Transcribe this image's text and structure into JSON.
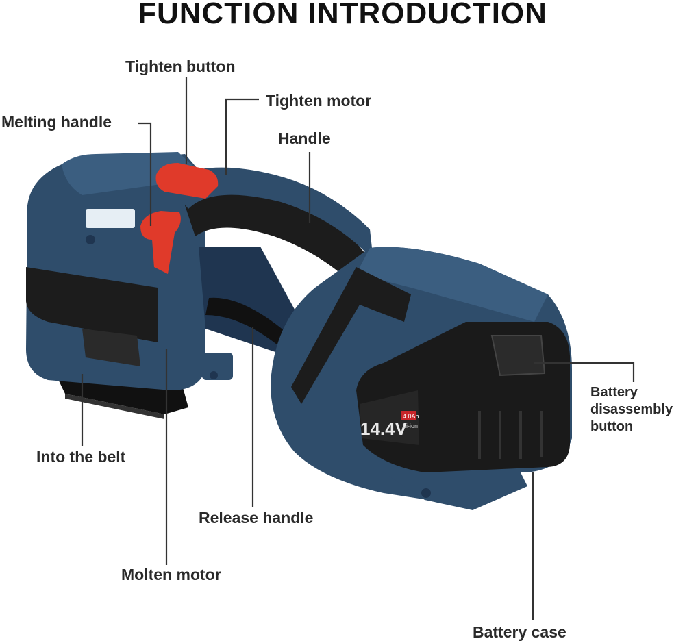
{
  "title": "FUNCTION INTRODUCTION",
  "labels": {
    "tighten_button": "Tighten button",
    "tighten_motor": "Tighten motor",
    "melting_handle": "Melting handle",
    "handle": "Handle",
    "battery_disassembly_button": [
      "Battery",
      "disassembly",
      "button"
    ],
    "into_the_belt": "Into the belt",
    "release_handle": "Release handle",
    "molten_motor": "Molten motor",
    "battery_case": "Battery case"
  },
  "battery_text": {
    "voltage": "14.4V",
    "capacity": "4.0Ah",
    "chemistry": "Li-ion"
  },
  "colors": {
    "body": "#2f4d6b",
    "body_dark": "#1f3550",
    "grip": "#1c1c1c",
    "accent": "#e03a2a",
    "leader_line": "#333333"
  }
}
